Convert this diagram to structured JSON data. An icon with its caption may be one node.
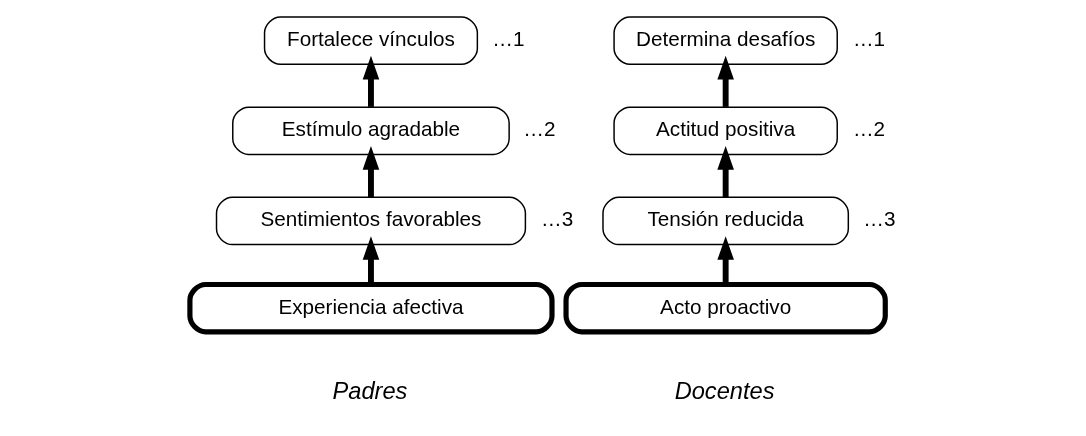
{
  "diagram": {
    "nodes": [
      {
        "text": [
          "Fortalece vínculos"
        ],
        "beside": [
          "…1"
        ]
      },
      {
        "text": [
          "Estímulo agradable"
        ],
        "beside": [
          "…2"
        ]
      },
      {
        "text": [
          "Sentimientos favorables"
        ],
        "beside": [
          "…3"
        ]
      },
      {
        "text": [
          "Experiencia afectiva"
        ]
      },
      {
        "text": [
          "Determina desafíos"
        ],
        "beside": [
          "…1"
        ]
      },
      {
        "text": [
          "Actitud positiva"
        ],
        "beside": [
          "…2"
        ]
      },
      {
        "text": [
          "Tensión reducida"
        ],
        "beside": [
          "…3"
        ]
      },
      {
        "text": [
          "Acto proactivo"
        ]
      }
    ],
    "edges": [
      {
        "from": 3,
        "to": 2,
        "arrow": "to"
      },
      {
        "from": 2,
        "to": 1,
        "arrow": "to"
      },
      {
        "from": 1,
        "to": 0,
        "arrow": "to"
      },
      {
        "from": 7,
        "to": 6,
        "arrow": "to"
      },
      {
        "from": 6,
        "to": 5,
        "arrow": "to"
      },
      {
        "from": 5,
        "to": 4,
        "arrow": "to"
      }
    ],
    "labels": [
      "Padres",
      "Docentes"
    ]
  }
}
